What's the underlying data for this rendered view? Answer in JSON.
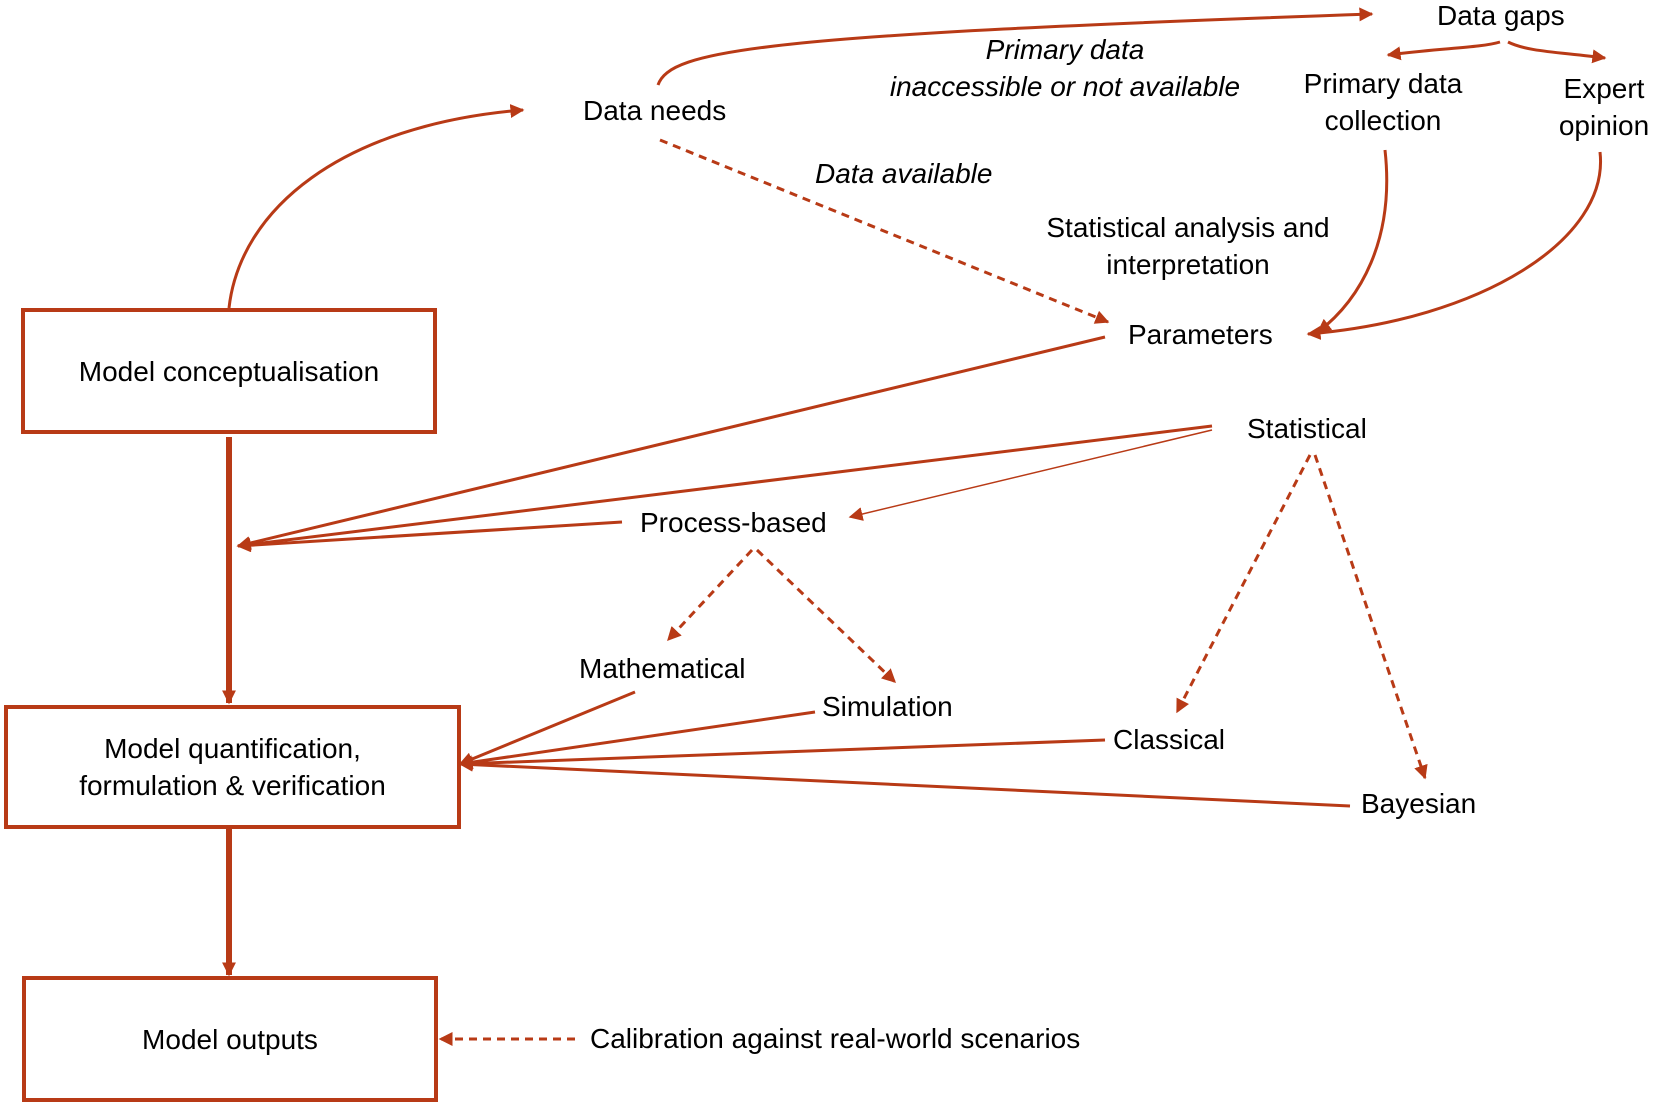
{
  "colors": {
    "arrow": "#b83a16"
  },
  "boxes": {
    "conceptualisation": "Model conceptualisation",
    "quantification_line1": "Model quantification,",
    "quantification_line2": "formulation & verification",
    "outputs": "Model outputs"
  },
  "labels": {
    "data_needs": "Data needs",
    "data_gaps": "Data gaps",
    "primary_data_line1": "Primary data",
    "primary_data_line2": "inaccessible or not available",
    "primary_collection_line1": "Primary data",
    "primary_collection_line2": "collection",
    "expert_line1": "Expert",
    "expert_line2": "opinion",
    "data_available": "Data available",
    "stat_analysis_line1": "Statistical analysis and",
    "stat_analysis_line2": "interpretation",
    "parameters": "Parameters",
    "statistical": "Statistical",
    "process_based": "Process-based",
    "mathematical": "Mathematical",
    "simulation": "Simulation",
    "classical": "Classical",
    "bayesian": "Bayesian",
    "calibration": "Calibration against real-world scenarios"
  }
}
